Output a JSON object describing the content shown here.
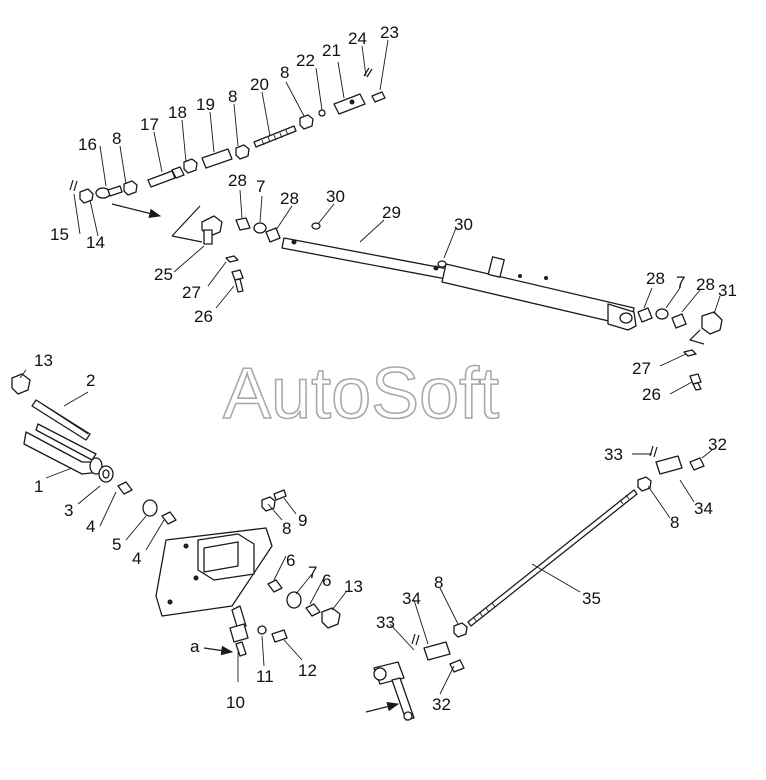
{
  "watermark": "AutoSoft",
  "callouts": [
    "1",
    "2",
    "3",
    "4",
    "5",
    "4",
    "6",
    "7",
    "6",
    "13",
    "8",
    "9",
    "10",
    "11",
    "12",
    "a",
    "13",
    "15",
    "14",
    "16",
    "8",
    "17",
    "18",
    "19",
    "8",
    "20",
    "8",
    "22",
    "21",
    "24",
    "23",
    "28",
    "7",
    "28",
    "30",
    "29",
    "30",
    "25",
    "27",
    "26",
    "28",
    "7",
    "28",
    "31",
    "27",
    "26",
    "33",
    "32",
    "34",
    "8",
    "35",
    "34",
    "8",
    "33",
    "32"
  ]
}
